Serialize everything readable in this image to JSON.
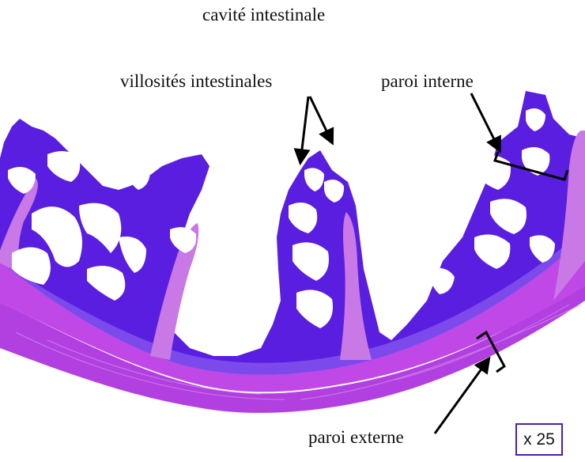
{
  "diagram": {
    "title": "cavité intestinale",
    "labels": {
      "villi": "villosités intestinales",
      "inner_wall": "paroi interne",
      "outer_wall": "paroi externe"
    },
    "scale": "x 25",
    "colors": {
      "outer_wall": "#b23fe0",
      "outer_wall_light": "#c97ae8",
      "mucosa": "#5a1ee0",
      "mucosa_light": "#8a5cf0",
      "lumen": "#ffffff",
      "frame": "#4a1fb8"
    }
  }
}
